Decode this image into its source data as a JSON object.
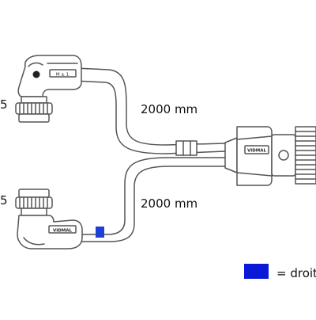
{
  "labels": {
    "length_top": "2000 mm",
    "length_bottom": "2000 mm",
    "left_top_fragment": "5",
    "left_bottom_fragment": "5",
    "legend_text": "= droit"
  },
  "connector_text": {
    "top_left": "M ± 1",
    "bottom_left": "VIDMAL",
    "right": "VIDMAL"
  },
  "colors": {
    "outline": "#555555",
    "marker_blue": "#1d3fd6",
    "legend_blue": "#0a18d8",
    "text": "#111111"
  }
}
